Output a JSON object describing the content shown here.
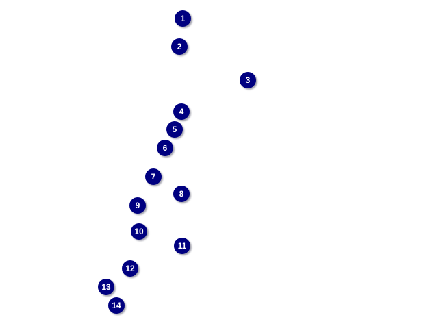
{
  "colors": {
    "marker_fill": "#000080",
    "marker_text": "#ffffff",
    "background": "#ffffff"
  },
  "markers": [
    {
      "label": "1"
    },
    {
      "label": "2"
    },
    {
      "label": "3"
    },
    {
      "label": "4"
    },
    {
      "label": "5"
    },
    {
      "label": "6"
    },
    {
      "label": "7"
    },
    {
      "label": "8"
    },
    {
      "label": "9"
    },
    {
      "label": "10"
    },
    {
      "label": "11"
    },
    {
      "label": "12"
    },
    {
      "label": "13"
    },
    {
      "label": "14"
    }
  ]
}
